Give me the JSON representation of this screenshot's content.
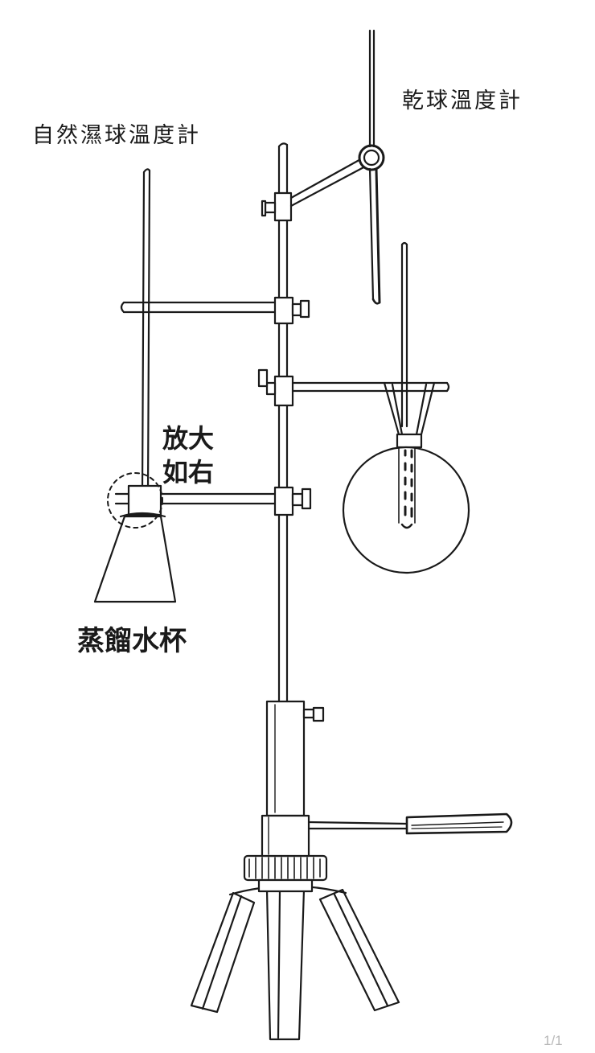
{
  "labels": {
    "natural_wet_bulb_thermometer": "自然濕球溫度計",
    "dry_bulb_thermometer": "乾球溫度計",
    "magnified_line1": "放大",
    "magnified_line2": "如右",
    "distilled_water_cup": "蒸餾水杯"
  },
  "viewer": {
    "page_indicator": "1/1"
  },
  "colors": {
    "line": "#1a1a1a",
    "background": "#ffffff",
    "page_indicator": "#b8b8b8"
  }
}
